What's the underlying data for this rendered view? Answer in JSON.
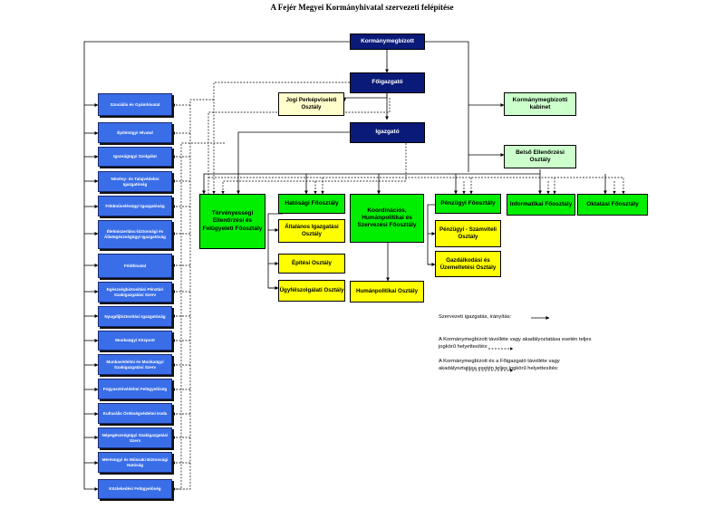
{
  "title": "A Fejér Megyei Kormányhivatal szervezeti felépítése",
  "top": {
    "kormanymegbizott": "Kormánymegbízott",
    "foigazgato": "Főigazgató",
    "igazgato": "Igazgató",
    "jogi": "Jogi Perképviseleti Osztály",
    "kabinet": "Kormánymegbízotti kabinet",
    "belso": "Belső Ellenőrzési Osztály"
  },
  "left_column": [
    "Szociális és Gyámhivatal",
    "Építésügyi Hivatal",
    "Igazságügyi Szolgálat",
    "Növény- és Talajvédelmi Igazgatóság",
    "Földművelésügyi Igazgatóság",
    "Élelmiszerlánc-biztonsági és Állategészségügyi Igazgatóság",
    "Földhivatal",
    "Egészségbiztosítási Pénztári Szakigazgatási Szerv",
    "Nyugdíjbiztosítási Igazgatóság",
    "Munkaügyi Központ",
    "Munkavédelmi és Munkaügyi Szakigazgatási Szerv",
    "Fogyasztóvédelmi Felügyelőség",
    "Kulturális Örökségvédelmi Iroda",
    "Népegészségügyi Szakigazgatási Szerv",
    "Mérésügyi és Műszaki Biztonsági Hatóság",
    "Közlekedési Felügyelőség"
  ],
  "departments": {
    "torvenyessegi": "Törvényességi Ellenőrzési és Felügyeleti Főosztály",
    "hatosagi": "Hatósági Főosztály",
    "altalanos": "Általános Igazgatási Osztály",
    "epitesi": "Építési Osztály",
    "ugyfel": "Ügyfélszolgálati Osztály",
    "koordinacios": "Koordinációs, Humánpolitikai és Szervezési Főosztály",
    "humanpol": "Humánpolitikai Osztály",
    "penzugyi": "Pénzügyi Főosztály",
    "szamviteli": "Pénzügyi - Számviteli Osztály",
    "gazdalkodasi": "Gazdálkodási és Üzemeltetési Osztály",
    "informatikai": "Informatikai Főosztály",
    "oktatasi": "Oktatási Főosztály"
  },
  "legend": {
    "line1": "Szervezeti igazgatás, irányítás:",
    "line2": "A Kormánymegbízott távolléte vagy akadályoztatása esetén teljes jogkörű helyettesítés:",
    "line3": "A Kormánymegbízott és a Főigazgató távolléte vagy akadályoztatása esetén teljes jogkörű helyettesítés:"
  },
  "colors": {
    "navy": "#0a1a78",
    "blue": "#3a6ee8",
    "green": "#00ee00",
    "light_green": "#ccffcc",
    "yellow": "#ffff00",
    "cream": "#ffffcc"
  }
}
